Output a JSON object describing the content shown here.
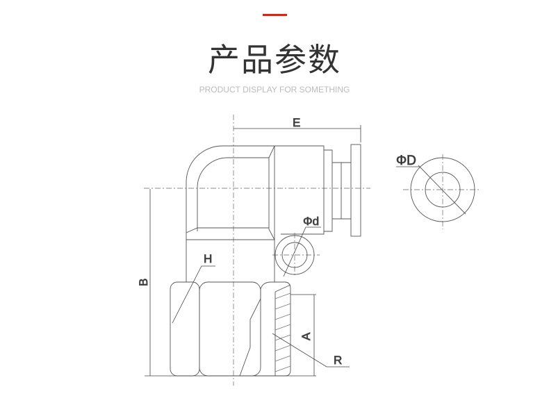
{
  "header": {
    "title": "产品参数",
    "subtitle": "PRODUCT DISPLAY FOR SOMETHING",
    "accent_color": "#e02010"
  },
  "diagram": {
    "labels": {
      "E": "E",
      "phi_D": "ΦD",
      "phi_d": "Φd",
      "H": "H",
      "B": "B",
      "A": "A",
      "R": "R"
    }
  }
}
